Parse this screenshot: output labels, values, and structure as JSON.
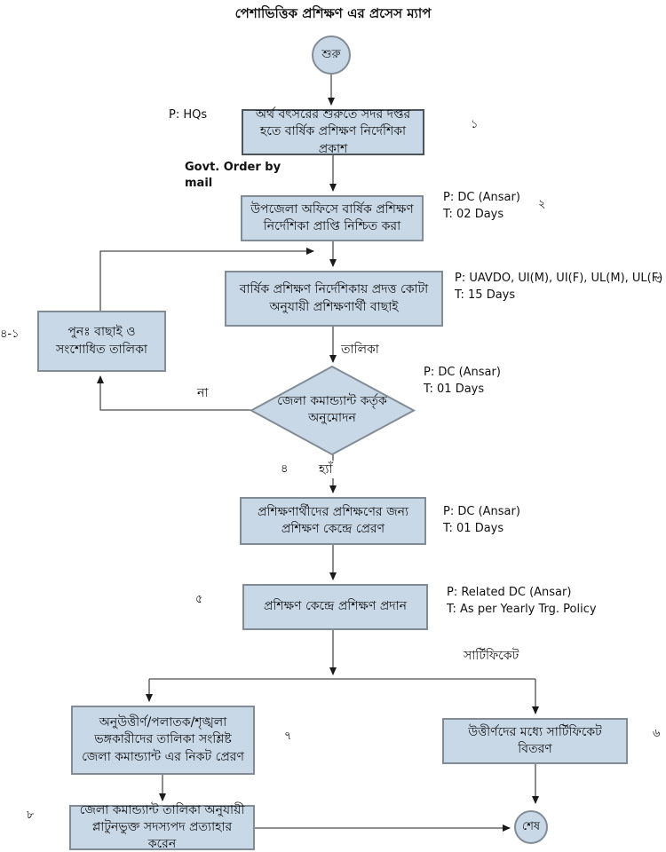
{
  "title": "পেশাভিত্তিক প্রশিক্ষণ এর প্রসেস ম্যাপ",
  "colors": {
    "shape_fill": "#c9d8e7",
    "shape_border": "#828c96",
    "line": "#4d4d4d"
  },
  "shapes": {
    "start": "শুরু",
    "end": "শেষ",
    "step1": "অর্থ বৎসরের শুরুতে সদর দপ্তর হতে বার্ষিক প্রশিক্ষণ নির্দেশিকা প্রকাশ",
    "step2": "উপজেলা অফিসে বার্ষিক প্রশিক্ষণ নির্দেশিকা প্রাপ্তি নিশ্চিত করা",
    "step3": "বার্ষিক প্রশিক্ষণ নির্দেশিকায় প্রদত্ত কোটা অনুযায়ী প্রশিক্ষণার্থী বাছাই",
    "rework": "পুনঃ বাছাই ও সংশোধিত তালিকা",
    "decision": "জেলা কমান্ড্যান্ট কর্তৃক অনুমোদন",
    "step4": "প্রশিক্ষণার্থীদের প্রশিক্ষণের জন্য প্রশিক্ষণ কেন্দ্রে প্রেরণ",
    "step5": "প্রশিক্ষণ কেন্দ্রে প্রশিক্ষণ প্রদান",
    "step6": "উত্তীর্ণদের মধ্যে সার্টিফিকেট বিতরণ",
    "step7": "অনুউত্তীর্ণ/পলাতক/শৃঙ্খলা ভঙ্গকারীদের তালিকা সংশ্লিষ্ট জেলা কমান্ড্যান্ট এর নিকট প্রেরণ",
    "step8": "জেলা কমান্ড্যান্ট তালিকা অনুযায়ী প্লাটুনভুক্ত সদস্যপদ প্রত্যাহার করেন"
  },
  "edge_labels": {
    "list": "তালিকা",
    "no": "না",
    "yes": "হ্যাঁ",
    "certificate": "সার্টিফিকেট"
  },
  "step_numbers": {
    "n1": "১",
    "n2": "২",
    "n3": "৩",
    "n4": "৪",
    "n4_1": "৪-১",
    "n5": "৫",
    "n6": "৬",
    "n7": "৭",
    "n8": "৮"
  },
  "annotations": {
    "hq": {
      "p": "P: HQs"
    },
    "govt_order": "Govt. Order by mail",
    "s2": {
      "p": "P: DC (Ansar)",
      "t": "T: 02 Days"
    },
    "s3": {
      "p": "P: UAVDO, UI(M), UI(F), UL(M), UL(F)",
      "t": "T: 15 Days"
    },
    "dec": {
      "p": "P: DC (Ansar)",
      "t": "T: 01 Days"
    },
    "s4": {
      "p": "P: DC (Ansar)",
      "t": "T: 01 Days"
    },
    "s5": {
      "p": "P: Related DC (Ansar)",
      "t": "T: As per Yearly Trg. Policy"
    }
  }
}
